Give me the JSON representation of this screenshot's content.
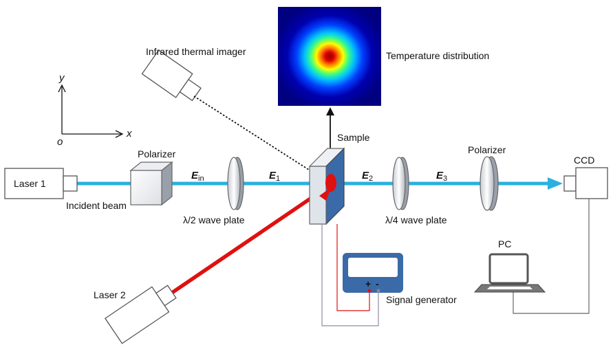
{
  "labels": {
    "infrared_imager": "Infrared thermal imager",
    "temperature": "Temperature distribution",
    "sample": "Sample",
    "polarizer_left": "Polarizer",
    "polarizer_right": "Polarizer",
    "ccd": "CCD",
    "laser1": "Laser 1",
    "laser2": "Laser 2",
    "incident_beam": "Incident beam",
    "half_wave": "λ/2 wave plate",
    "quarter_wave": "λ/4 wave plate",
    "pc": "PC",
    "signal_generator": "Signal generator"
  },
  "fields": {
    "e_in": "E",
    "e_in_sub": "in",
    "e1": "E",
    "e1_sub": "1",
    "e2": "E",
    "e2_sub": "2",
    "e3": "E",
    "e3_sub": "3"
  },
  "axes": {
    "x": "x",
    "y": "y",
    "origin": "o"
  },
  "terminals": {
    "plus": "+",
    "minus": "-"
  },
  "colors": {
    "beam_blue": "#2bb0e0",
    "laser_red": "#e01010",
    "accent_black": "#111111"
  }
}
